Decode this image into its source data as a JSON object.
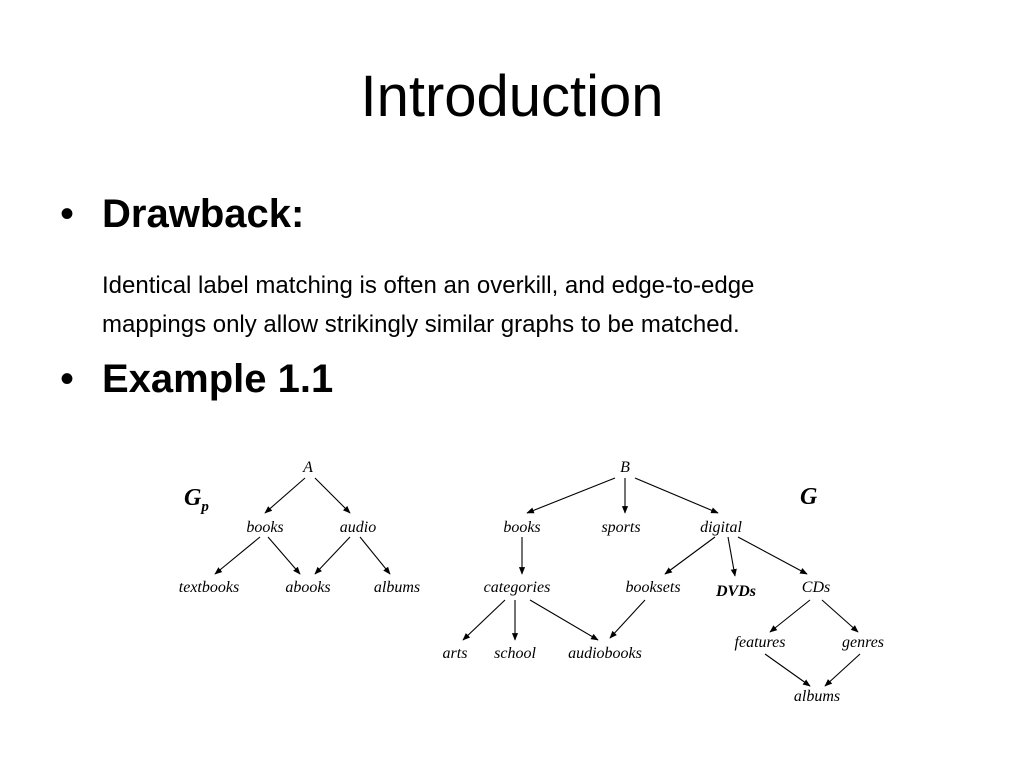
{
  "slide": {
    "title": "Introduction",
    "bullets": [
      {
        "label": "Drawback:"
      },
      {
        "label": "Example 1.1"
      }
    ],
    "body": {
      "line1": "Identical label matching is often an overkill, and edge-to-edge",
      "line2": "mappings only allow strikingly similar graphs to be matched."
    }
  },
  "figure": {
    "gp": {
      "label": "G",
      "subscript": "p",
      "nodes": {
        "root": "A",
        "books": "books",
        "audio": "audio",
        "textbooks": "textbooks",
        "abooks": "abooks",
        "albums": "albums"
      }
    },
    "g": {
      "label": "G",
      "nodes": {
        "root": "B",
        "books": "books",
        "sports": "sports",
        "digital": "digital",
        "categories": "categories",
        "booksets": "booksets",
        "dvds": "DVDs",
        "cds": "CDs",
        "arts": "arts",
        "school": "school",
        "audiobooks": "audiobooks",
        "features": "features",
        "genres": "genres",
        "albums": "albums"
      }
    }
  }
}
